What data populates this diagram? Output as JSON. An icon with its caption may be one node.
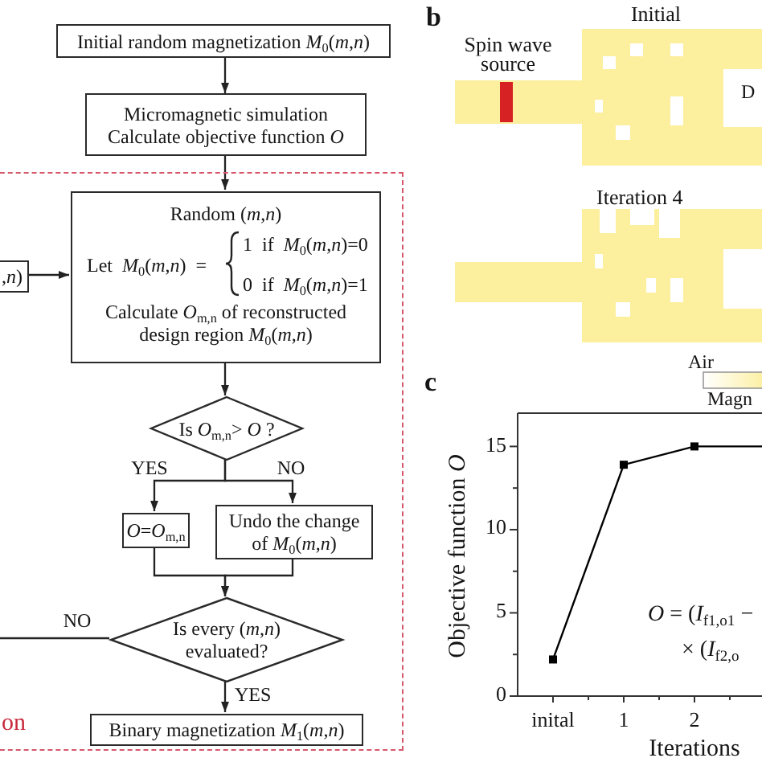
{
  "diagram": {
    "nodes": [
      {
        "text": [
          "Initial random magnetization *M*$_{0}$(*m*,*n*)"
        ]
      },
      {
        "text": [
          "Micromagnetic simulation",
          "Calculate objective function *O*"
        ]
      },
      {
        "text": [
          "on"
        ]
      },
      {
        "text": [
          ",*n*)"
        ],
        "in": 2
      },
      {
        "text": [
          "Random (*m*,*n*)",
          "Let *M*$_{0}$(*m*,*n*) =",
          "1 if *M*$_{0}$(*m*,*n*)=0",
          "0 if *M*$_{0}$(*m*,*n*)=1",
          "Calculate *O*$_{m,n}$ of reconstructed design region *M*$_{0}$(*m*,*n*)"
        ],
        "in": 2
      },
      {
        "text": [
          "Is *O*$_{m,n}$> *O* ?"
        ],
        "in": 2
      },
      {
        "text": [
          "*O*=*O*$_{m,n}$"
        ],
        "in": 2
      },
      {
        "text": [
          "Undo the change of *M*$_{0}$(*m*,*n*)"
        ],
        "in": 2
      },
      {
        "text": [
          "Is every (*m*,*n*) evaluated?"
        ],
        "in": 2
      },
      {
        "text": [
          "Binary magnetization *M*$_{1}$(*m*,*n*)"
        ],
        "in": 2
      }
    ],
    "edges": [
      {
        "from": 0,
        "to": 1,
        "arrow": "to"
      },
      {
        "from": 1,
        "to": 4,
        "arrow": "to"
      },
      {
        "from": 3,
        "to": 4,
        "arrow": "to"
      },
      {
        "from": 4,
        "to": 5,
        "arrow": "to"
      },
      {
        "from": 5,
        "to": 6,
        "arrow": "to",
        "label": "YES"
      },
      {
        "from": 5,
        "to": 7,
        "arrow": "to",
        "label": "NO"
      },
      {
        "from": 6,
        "to": 8,
        "arrow": "to"
      },
      {
        "from": 7,
        "to": 8,
        "arrow": "to"
      },
      {
        "from": 8,
        "to": null,
        "arrow": "none",
        "label": "NO"
      },
      {
        "from": 8,
        "to": 9,
        "arrow": "to",
        "label": "YES"
      }
    ],
    "labels": [
      "b",
      "Spin wave source",
      "Initial",
      "D",
      "Iteration 4",
      "Air",
      "Magn",
      "c"
    ],
    "chart_data": {
      "type": "line",
      "xlabel": "Iterations",
      "ylabel": "Objective function *O*",
      "categories": [
        "inital",
        "1",
        "2",
        null
      ],
      "series": [
        {
          "color": "#000000",
          "values": [
            2.2,
            13.9,
            15,
            15
          ]
        }
      ],
      "ylim": [
        0,
        17
      ],
      "yticks": [
        0,
        5,
        10,
        15
      ],
      "annotations": [
        "*O* = (*I*$_{f1,o1}$ −",
        "× (*I*$_{f2,o}$"
      ]
    }
  }
}
